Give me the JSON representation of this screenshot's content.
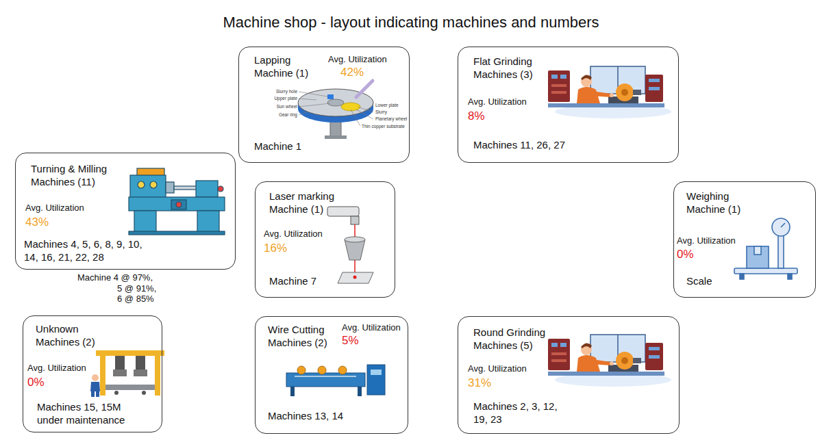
{
  "diagram": {
    "title": "Machine shop - layout indicating machines and numbers",
    "nodes": [
      {
        "text": [
          "Lapping Machine (1)",
          "Avg. Utilization",
          "42%",
          "Machine 1"
        ]
      },
      {
        "text": [
          "Flat Grinding Machines (3)",
          "Avg. Utilization",
          "8%",
          "Machines 11, 26, 27"
        ]
      },
      {
        "text": [
          "Turning & Milling Machines (11)",
          "Avg. Utilization",
          "43%",
          "Machines 4, 5, 6, 8, 9, 10, 14, 16, 21, 22, 28"
        ]
      },
      {
        "text": [
          "Laser marking Machine (1)",
          "Avg. Utilization",
          "16%",
          "Machine 7"
        ]
      },
      {
        "text": [
          "Weighing Machine (1)",
          "Avg. Utilization",
          "0%",
          "Scale"
        ]
      },
      {
        "text": [
          "Unknown Machines (2)",
          "Avg. Utilization",
          "0%",
          "Machines 15, 15M under maintenance"
        ]
      },
      {
        "text": [
          "Wire Cutting Machines (2)",
          "Avg. Utilization",
          "5%",
          "Machines 13, 14"
        ]
      },
      {
        "text": [
          "Round Grinding Machines (5)",
          "Avg. Utilization",
          "31%",
          "Machines 2, 3, 12, 19, 23"
        ]
      }
    ],
    "labels": [
      "Machine 4 @ 97%, 5 @ 91%, 6 @ 85%",
      "Slurry hole",
      "Upper plate",
      "Sun wheel",
      "Gear ring",
      "Lower plate",
      "Slurry",
      "Planetary wheel",
      "Thin copper substrate"
    ]
  }
}
